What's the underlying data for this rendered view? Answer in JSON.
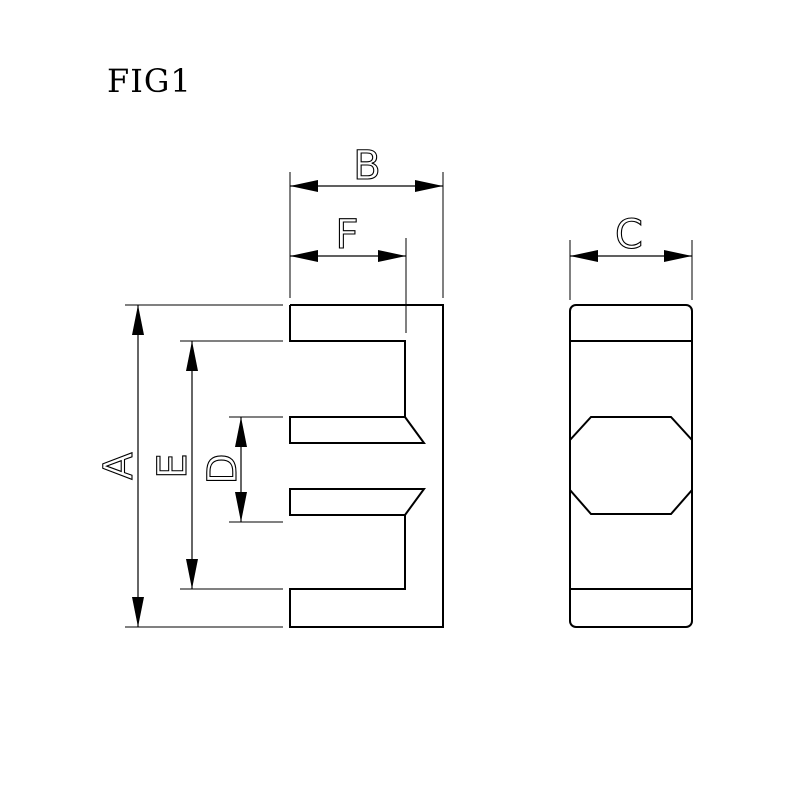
{
  "figure": {
    "title": "FIG1"
  },
  "dimensions": {
    "A": "A",
    "B": "B",
    "C": "C",
    "D": "D",
    "E": "E",
    "F": "F"
  }
}
